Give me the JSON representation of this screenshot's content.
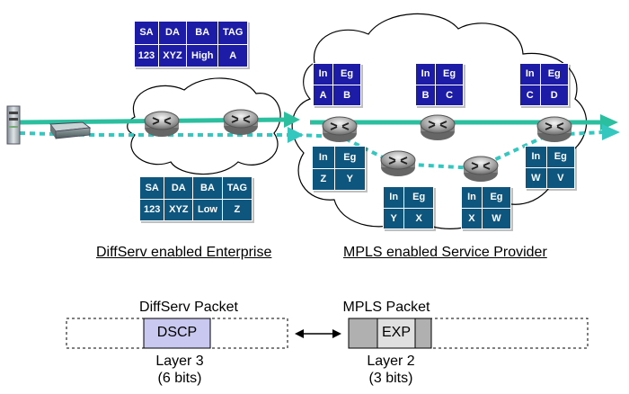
{
  "enterprise_tables": [
    {
      "headers": [
        "SA",
        "DA",
        "BA",
        "TAG"
      ],
      "values": [
        "123",
        "XYZ",
        "High",
        "A"
      ]
    },
    {
      "headers": [
        "SA",
        "DA",
        "BA",
        "TAG"
      ],
      "values": [
        "123",
        "XYZ",
        "Low",
        "Z"
      ]
    }
  ],
  "mpls_tables": [
    {
      "headers": [
        "In",
        "Eg"
      ],
      "values": [
        "A",
        "B"
      ]
    },
    {
      "headers": [
        "In",
        "Eg"
      ],
      "values": [
        "B",
        "C"
      ]
    },
    {
      "headers": [
        "In",
        "Eg"
      ],
      "values": [
        "C",
        "D"
      ]
    },
    {
      "headers": [
        "In",
        "Eg"
      ],
      "values": [
        "Z",
        "Y"
      ]
    },
    {
      "headers": [
        "In",
        "Eg"
      ],
      "values": [
        "Y",
        "X"
      ]
    },
    {
      "headers": [
        "In",
        "Eg"
      ],
      "values": [
        "X",
        "W"
      ]
    },
    {
      "headers": [
        "In",
        "Eg"
      ],
      "values": [
        "W",
        "V"
      ]
    }
  ],
  "captions": {
    "enterprise": "DiffServ enabled Enterprise",
    "provider": "MPLS enabled Service Provider"
  },
  "packets": {
    "diffserv": {
      "title": "DiffServ Packet",
      "field": "DSCP",
      "layer": "Layer 3",
      "bits": "(6 bits)"
    },
    "mpls": {
      "title": "MPLS Packet",
      "field": "EXP",
      "layer": "Layer 2",
      "bits": "(3 bits)"
    }
  },
  "colors": {
    "table_blue": "#1c1ca6",
    "table_teal": "#0f567e",
    "path_green": "#2bbfa0",
    "path_teal": "#33c7c0",
    "dscp_fill": "#c8c8f0",
    "exp_fill": "#e0e0e0",
    "header_gray": "#b0b0b0"
  }
}
